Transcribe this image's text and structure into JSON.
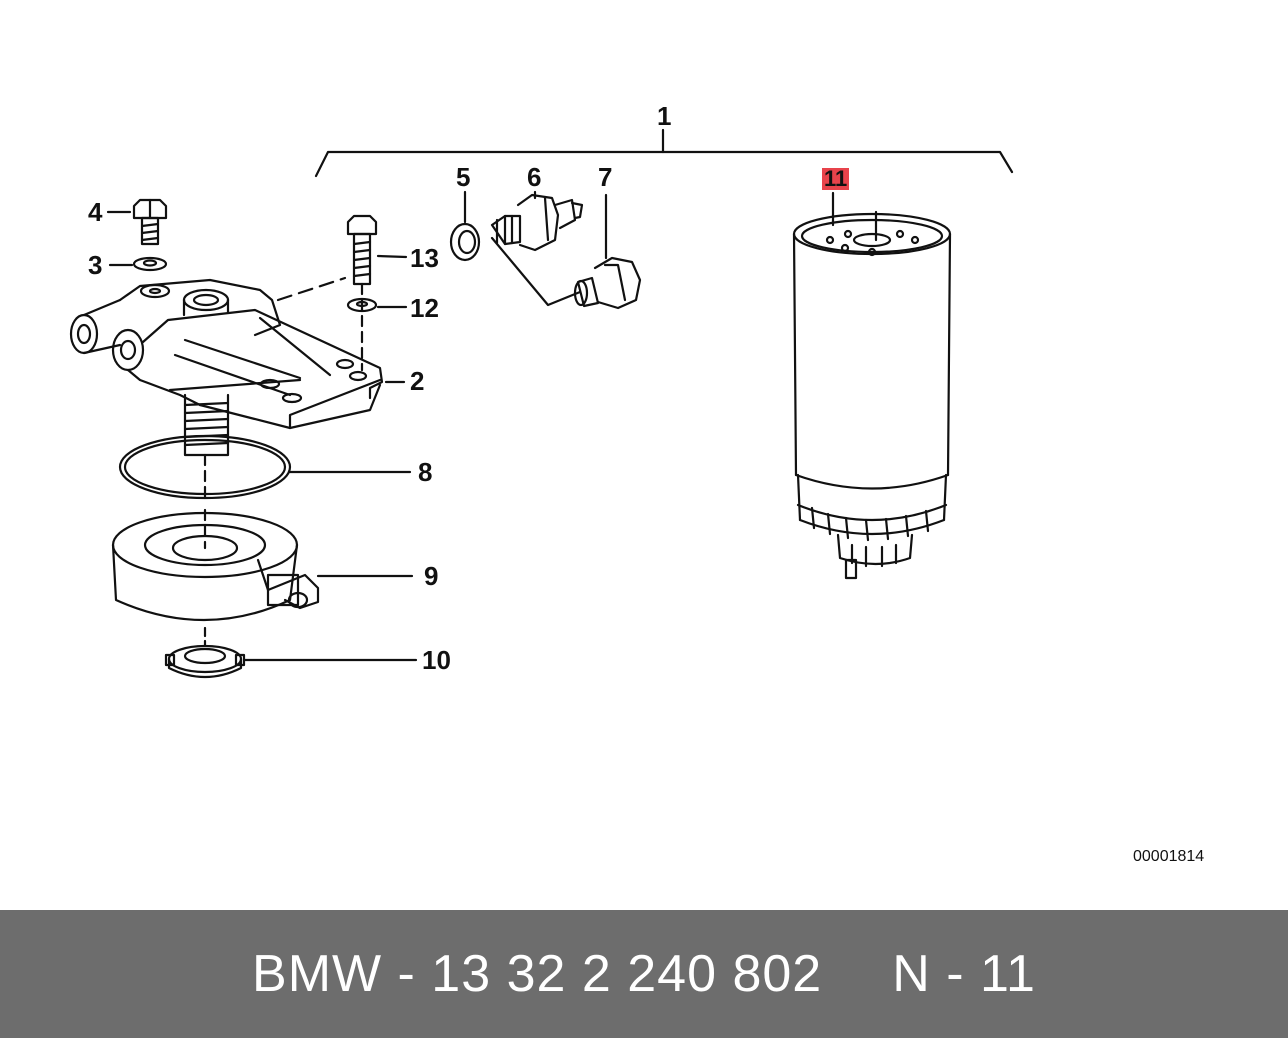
{
  "diagram": {
    "callouts": {
      "c1": "1",
      "c2": "2",
      "c3": "3",
      "c4": "4",
      "c5": "5",
      "c6": "6",
      "c7": "7",
      "c8": "8",
      "c9": "9",
      "c10": "10",
      "c11": "11",
      "c12": "12",
      "c13": "13"
    },
    "highlighted_callout": "11",
    "highlight_color": "#e8434b",
    "reference_code": "00001814"
  },
  "footer": {
    "part_text": "BMW - 13 32 2 240 802",
    "position_text": "N - 11",
    "background_color": "#6d6d6d"
  }
}
